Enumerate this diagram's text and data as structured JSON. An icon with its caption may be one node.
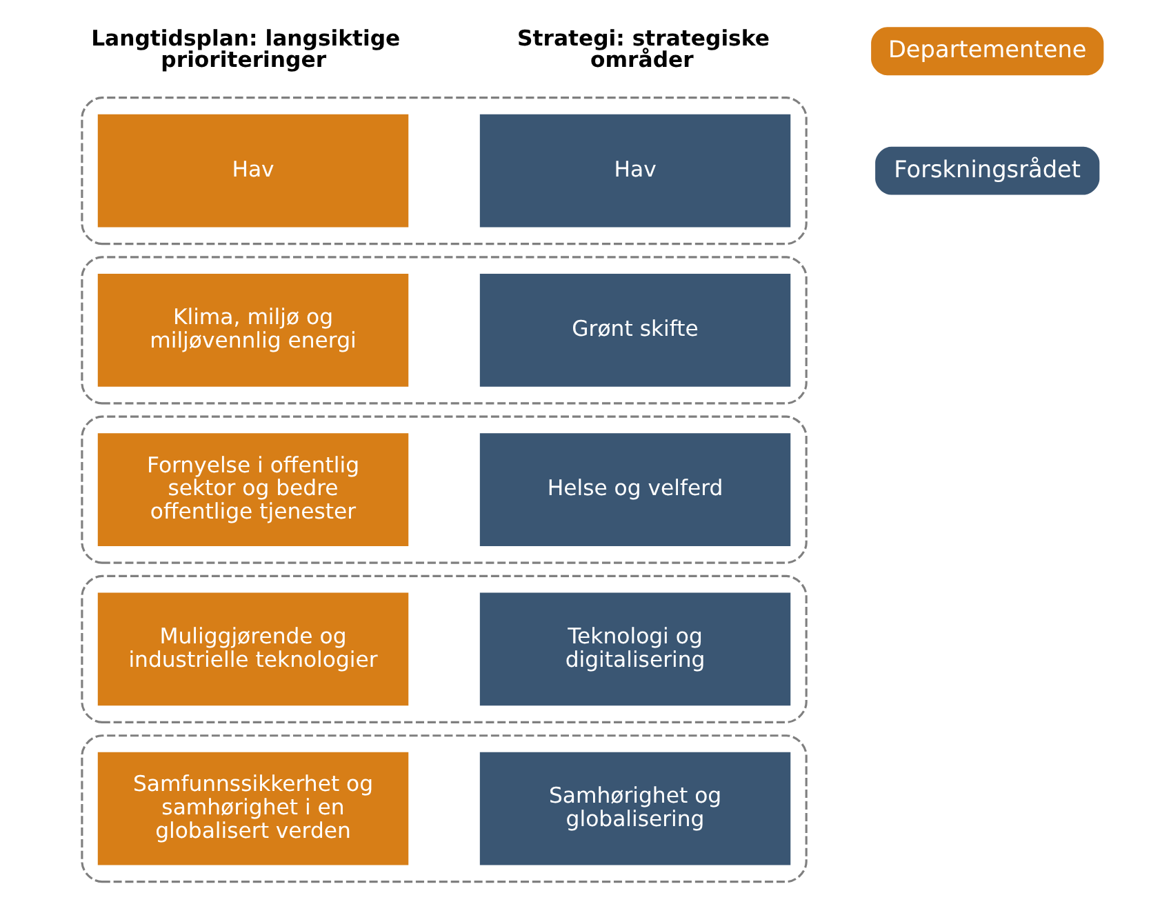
{
  "diagram": {
    "nodes": [
      {
        "text": [],
        "shape": "box"
      },
      {
        "text": [
          "Hav"
        ],
        "in": 0
      },
      {
        "text": [
          "Hav"
        ],
        "in": 0
      },
      {
        "text": [],
        "shape": "box"
      },
      {
        "text": [
          "Klima, miljø og miljøvennlig energi"
        ],
        "in": 3
      },
      {
        "text": [
          "Grønt skifte"
        ],
        "in": 3
      },
      {
        "text": [],
        "shape": "box"
      },
      {
        "text": [
          "Fornyelse i offentlig sektor og bedre offentlige tjenester"
        ],
        "in": 6
      },
      {
        "text": [
          "Helse og velferd"
        ],
        "in": 6
      },
      {
        "text": [],
        "shape": "box"
      },
      {
        "text": [
          "Muliggjørende og industrielle teknologier"
        ],
        "in": 9
      },
      {
        "text": [
          "Teknologi og digitalisering"
        ],
        "in": 9
      },
      {
        "text": [],
        "shape": "box"
      },
      {
        "text": [
          "Samfunnssikkerhet og samhørighet i en globalisert verden"
        ],
        "in": 12
      },
      {
        "text": [
          "Samhørighet og globalisering"
        ],
        "in": 12
      }
    ],
    "labels": [
      "Langtidsplan: langsiktige prioriteringer",
      "Strategi: strategiske områder"
    ],
    "legend": [
      {
        "text": "Departementene",
        "color": "#d77e17"
      },
      {
        "text": "Forskningsrådet",
        "color": "#3a5673"
      }
    ]
  }
}
